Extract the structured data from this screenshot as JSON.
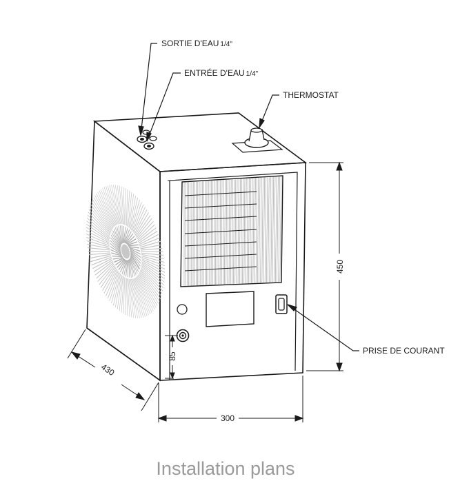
{
  "labels": {
    "water_outlet": "SORTIE D'EAU",
    "water_inlet": "ENTRÉE D'EAU",
    "pipe_size": "1/4\"",
    "thermostat": "THERMOSTAT",
    "power_socket": "PRISE DE COURANT"
  },
  "dimensions": {
    "height": "450",
    "width": "300",
    "depth": "430",
    "outlet_height": "85"
  },
  "caption": "Installation plans"
}
